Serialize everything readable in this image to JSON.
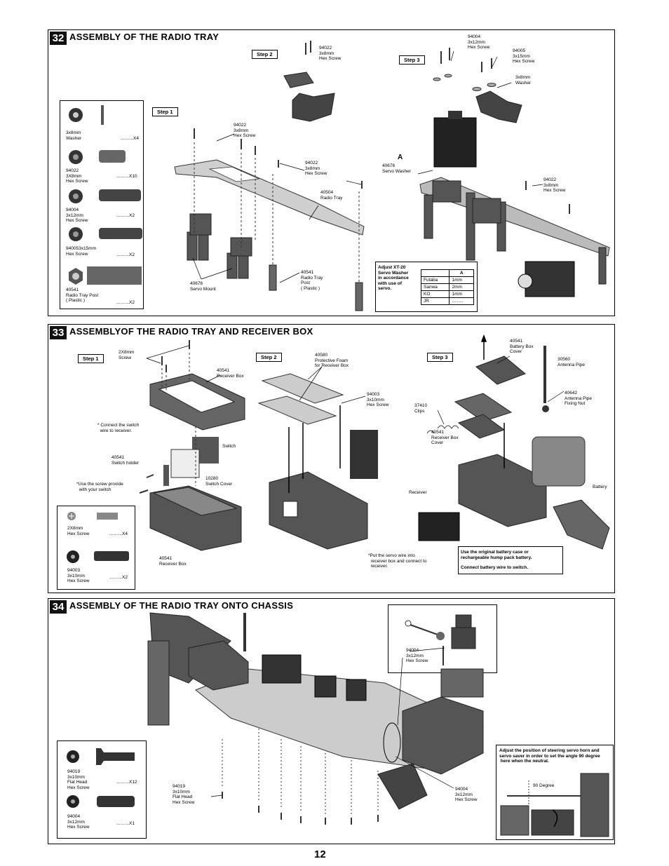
{
  "page_number": "12",
  "s32": {
    "num": "32",
    "title": "ASSEMBLY OF THE RADIO TRAY",
    "steps": [
      "Step 1",
      "Step 2",
      "Step 3"
    ],
    "parts": [
      {
        "name": "3x8mm\nWasher",
        "qty": "..........X4",
        "icon": "washer-icon"
      },
      {
        "name": "94022\n3X8mm\nHex Screw",
        "qty": "..........X10",
        "icon": "hex-screw-icon"
      },
      {
        "name": "94004\n3x12mm\nHex Screw",
        "qty": "..........X2",
        "icon": "hex-screw-icon"
      },
      {
        "name": "940053x15mm\nHex Screw",
        "qty": "..........X2",
        "icon": "hex-screw-icon"
      },
      {
        "name": "40541\nRadio Tray Post\n( Plastic )",
        "qty": "..........X2",
        "icon": "post-icon"
      }
    ],
    "labels": {
      "l1": "94022\n3x8mm\nHex Screw",
      "l2": "94022\n3x8mm\nHex Screw",
      "l3": "94022\n3x8mm\nHex Screw",
      "l4": "40504\nRadio Tray",
      "l5": "40676\nServo Mount",
      "l6": "40541\nRadio Tray\nPost\n( Plastic )",
      "l7": "94004\n3x12mm\nHex Screw",
      "l8": "94005\n3x15mm\nHex Screw",
      "l9": "3x8mm\nWasher",
      "l10": "40676\nServo Washer",
      "l11": "94022\n3x8mm\nHex Screw",
      "marker_a": "A"
    },
    "adjust": {
      "text": "Adjust XT-20\nServo Washer\nin accordance\nwith use of\nservo.",
      "header": "A",
      "rows": [
        [
          "Futaba",
          "1mm"
        ],
        [
          "Sanwa",
          "2mm"
        ],
        [
          "KO",
          "1mm"
        ],
        [
          "JR",
          "........."
        ]
      ]
    }
  },
  "s33": {
    "num": "33",
    "title": "ASSEMBLYOF THE RADIO TRAY AND RECEIVER BOX",
    "steps": [
      "Step 1",
      "Step 2",
      "Step 3"
    ],
    "parts": [
      {
        "name": "2X8mm\nHex Screw",
        "qty": "..........X4"
      },
      {
        "name": "94003\n3x10mm\nHex Screw",
        "qty": "..........X2"
      }
    ],
    "labels": {
      "l1": "2X8mm\nScrew",
      "l2": "40541\nReceiver Box",
      "l3": "* Connect the switch\n  wire to receiver.",
      "l4": "Switch",
      "l5": "40541\nSwitch holder",
      "l6": "10280\nSwitch Cover",
      "l7": "*Use the screw provide\n  with your switch",
      "l8": "40541\nReceiver Box",
      "l9": "40580\nProtective Foam\nfor Receiver Box",
      "l10": "94003\n3x10mm\nHex Screw",
      "l11": "*Put the servo wire into\n  receiver box and connect to\n  receiver.",
      "l12": "40541\nBattery Box\nCover",
      "l13": "30560\nAntenna Pipe",
      "l14": "40642\nAntenna Pipe\nFixing Nut",
      "l15": "37410\nClips",
      "l16": "40541\nReceiver Box\nCover",
      "l17": "Receiver",
      "l18": "Battery"
    },
    "battery_note": "Use the original battery case or\nrechargeable hump pack battery.",
    "battery_note2": "Connect battery wire to switch."
  },
  "s34": {
    "num": "34",
    "title": "Assembly of the radio tray onto chassis",
    "parts": [
      {
        "name": "94019\n3x10mm\nFlat Head\nHex Screw",
        "qty": "..........X12"
      },
      {
        "name": "94004\n3x12mm\nHex Screw",
        "qty": "..........X1"
      }
    ],
    "labels": {
      "l1": "94004\n3x12mm\nHex Screw",
      "l2": "94019\n3x10mm\nFlat Head\nHex Screw",
      "l3": "94004\n3x12mm\nHex Screw",
      "angle": "90 Degree"
    },
    "steer_note": "Adjust the position of steering servo horn and\nservo saver in order to set the angle 90 degree\n here when the neutral."
  }
}
